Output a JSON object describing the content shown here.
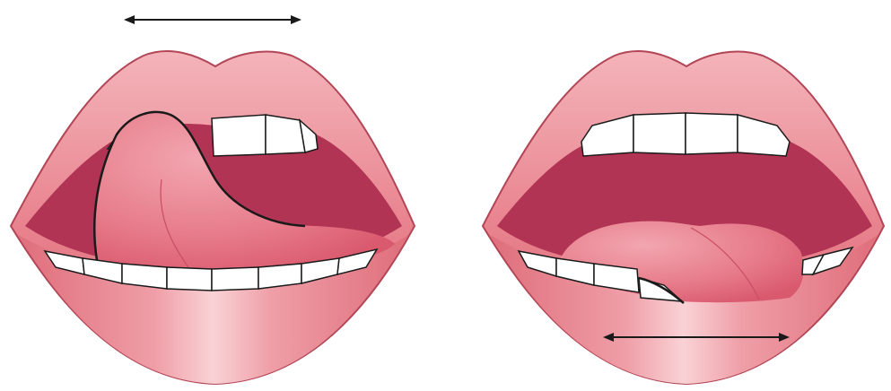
{
  "figure": {
    "panels": [
      {
        "id": "left",
        "tongue": "raised-to-upper-teeth",
        "arrow_position": "above"
      },
      {
        "id": "right",
        "tongue": "lowered-behind-lower-teeth",
        "arrow_position": "inside-lower-lip"
      }
    ],
    "colors": {
      "lip": "#e2747f",
      "lip_light": "#f6c2c6",
      "lip_outline": "#b24556",
      "mouth_cavity": "#b23454",
      "tongue": "#e46f80",
      "tongue_highlight": "#f1a0ab",
      "tooth": "#ffffff",
      "outline": "#1a1a1a"
    }
  }
}
